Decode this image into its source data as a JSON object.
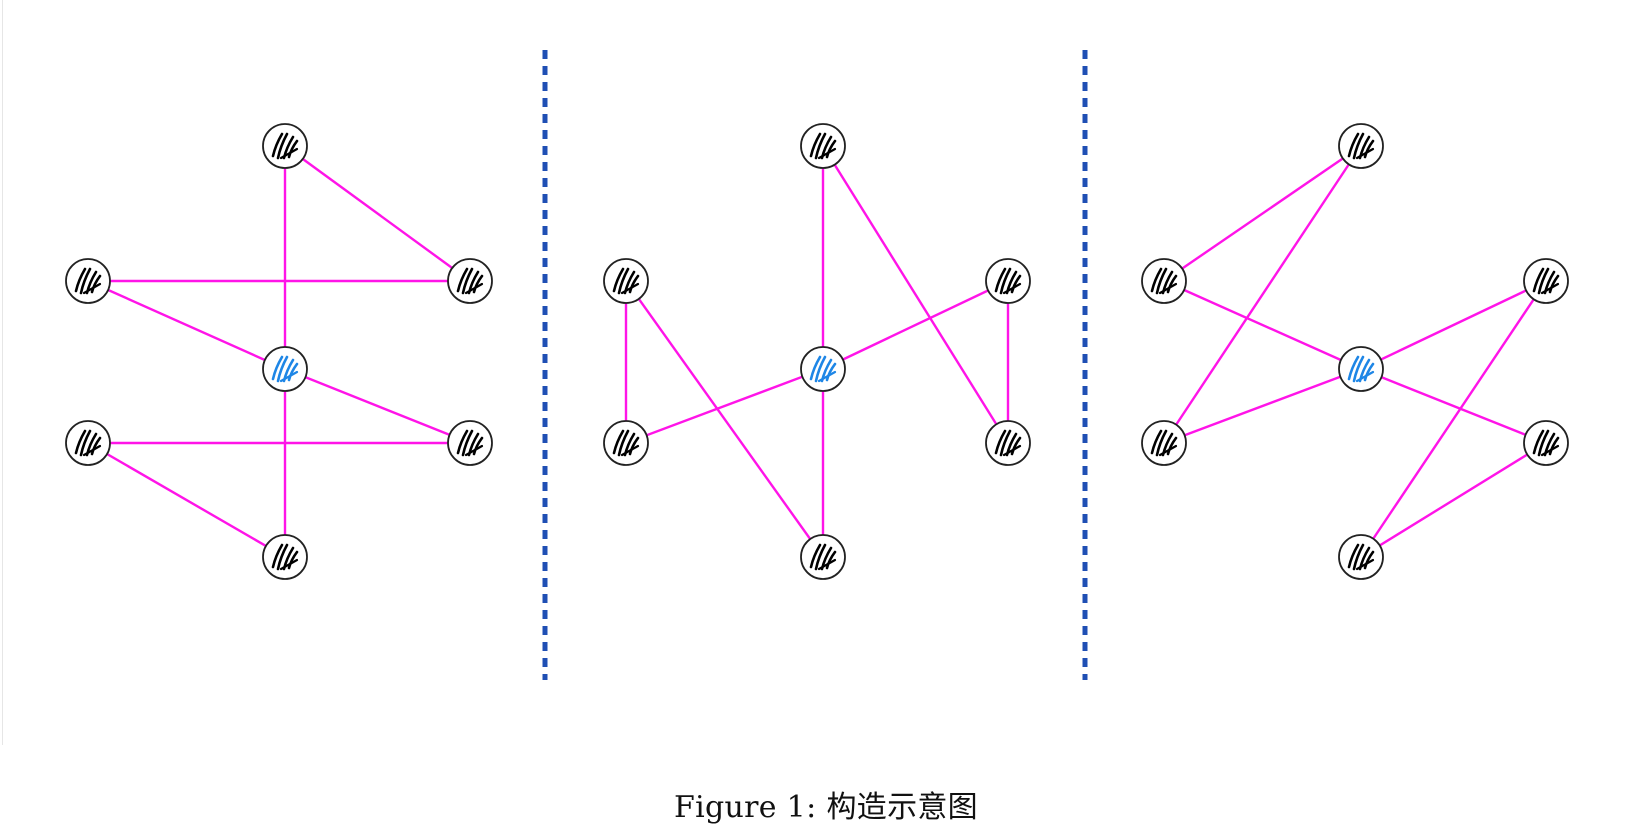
{
  "caption": {
    "label": "Figure 1:",
    "text": "构造示意图"
  },
  "colors": {
    "edge": "#ff14e8",
    "divider": "#1f4fb4",
    "node_stroke": "#222222",
    "node_hatch": "#000000",
    "center_hatch": "#1e86e6"
  },
  "panels": [
    {
      "id": "left",
      "nodes": [
        "top",
        "upper-left",
        "upper-right",
        "center",
        "lower-left",
        "lower-right",
        "bottom"
      ],
      "highlighted_node": "center",
      "edges": [
        [
          "top",
          "upper-right"
        ],
        [
          "top",
          "center"
        ],
        [
          "upper-left",
          "upper-right"
        ],
        [
          "upper-left",
          "center"
        ],
        [
          "center",
          "lower-right"
        ],
        [
          "center",
          "bottom"
        ],
        [
          "lower-left",
          "lower-right"
        ],
        [
          "lower-left",
          "bottom"
        ]
      ]
    },
    {
      "id": "middle",
      "nodes": [
        "top",
        "upper-left",
        "upper-right",
        "center",
        "lower-left",
        "lower-right",
        "bottom"
      ],
      "highlighted_node": "center",
      "edges": [
        [
          "top",
          "bottom"
        ],
        [
          "top",
          "lower-right"
        ],
        [
          "upper-left",
          "lower-left"
        ],
        [
          "upper-left",
          "bottom"
        ],
        [
          "lower-left",
          "center"
        ],
        [
          "center",
          "upper-right"
        ],
        [
          "upper-right",
          "lower-right"
        ]
      ]
    },
    {
      "id": "right",
      "nodes": [
        "top",
        "upper-left",
        "upper-right",
        "center",
        "lower-left",
        "lower-right",
        "bottom"
      ],
      "highlighted_node": "center",
      "edges": [
        [
          "top",
          "upper-left"
        ],
        [
          "top",
          "lower-left"
        ],
        [
          "upper-left",
          "center"
        ],
        [
          "center",
          "lower-right"
        ],
        [
          "lower-left",
          "center"
        ],
        [
          "center",
          "upper-right"
        ],
        [
          "upper-right",
          "bottom"
        ],
        [
          "lower-right",
          "bottom"
        ]
      ]
    }
  ]
}
